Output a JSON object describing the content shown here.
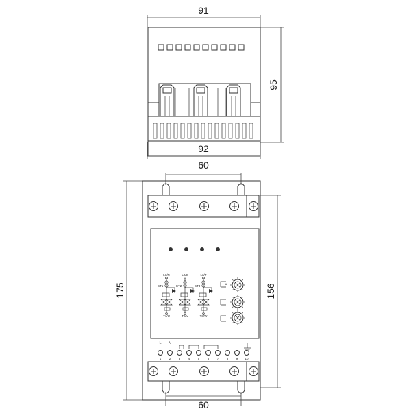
{
  "dimensions": {
    "top_width": "91",
    "top_height": "95",
    "top_base_width": "92",
    "front_mount_top": "60",
    "front_height": "175",
    "front_inner_height": "156",
    "front_mount_bottom": "60"
  },
  "panel": {
    "phases": [
      {
        "top_label": "L1/R",
        "ct_label": "CT1",
        "bottom_label": "T1/U"
      },
      {
        "top_label": "L2/S",
        "ct_label": "CT2",
        "bottom_label": "T2/V"
      },
      {
        "top_label": "L3/T",
        "ct_label": "CT3",
        "bottom_label": "T3/W"
      }
    ],
    "bottom_terminal_labels": [
      "L",
      "N"
    ],
    "terminal_numbers": [
      "1",
      "2",
      "3",
      "4",
      "5",
      "6",
      "7",
      "8",
      "9",
      "10"
    ],
    "side_markers": [
      "U",
      "",
      ""
    ]
  }
}
